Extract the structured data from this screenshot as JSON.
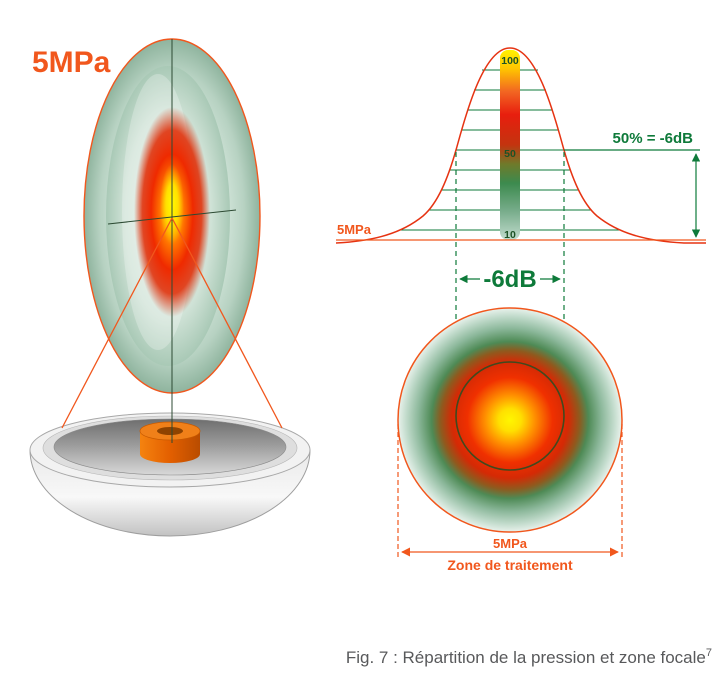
{
  "figure": {
    "left": {
      "pressure_label": "5MPa"
    },
    "curve": {
      "pressure_label": "5MPa",
      "scale_ticks": [
        "100",
        "50",
        "10"
      ],
      "half_max_label": "50% = -6dB",
      "width_label": "-6dB"
    },
    "treatment": {
      "pressure_label": "5MPa",
      "zone_label": "Zone de traitement"
    },
    "caption": {
      "text": "Fig. 7 : Répartition de la pression et zone focale",
      "superscript": "7"
    },
    "colors": {
      "orange": "#F1571D",
      "green": "#0E7A3A",
      "curve_red": "#E63312",
      "caption_grey": "#58595B",
      "scale_yellow": "#FFF200",
      "inner_circle_olive": "#3F4A1E"
    }
  }
}
